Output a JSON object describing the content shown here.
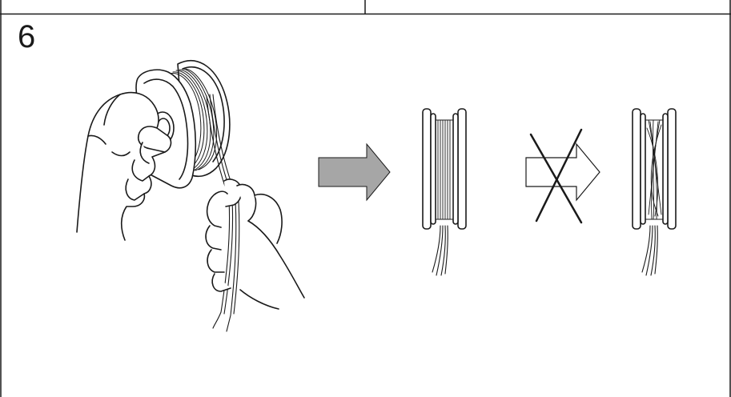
{
  "step": {
    "number": "6"
  },
  "colors": {
    "line": "#1a1a1a",
    "arrow_fill": "#a6a6a6",
    "background": "#ffffff"
  },
  "illustrations": {
    "hand_winding": "hands-winding-line-onto-spool",
    "correct_arrow": "gray-arrow-right",
    "correct_result": "spool-neatly-wound",
    "wrong_arrow": "outline-arrow-right",
    "wrong_mark": "cross-mark",
    "wrong_result": "spool-crosswound"
  }
}
